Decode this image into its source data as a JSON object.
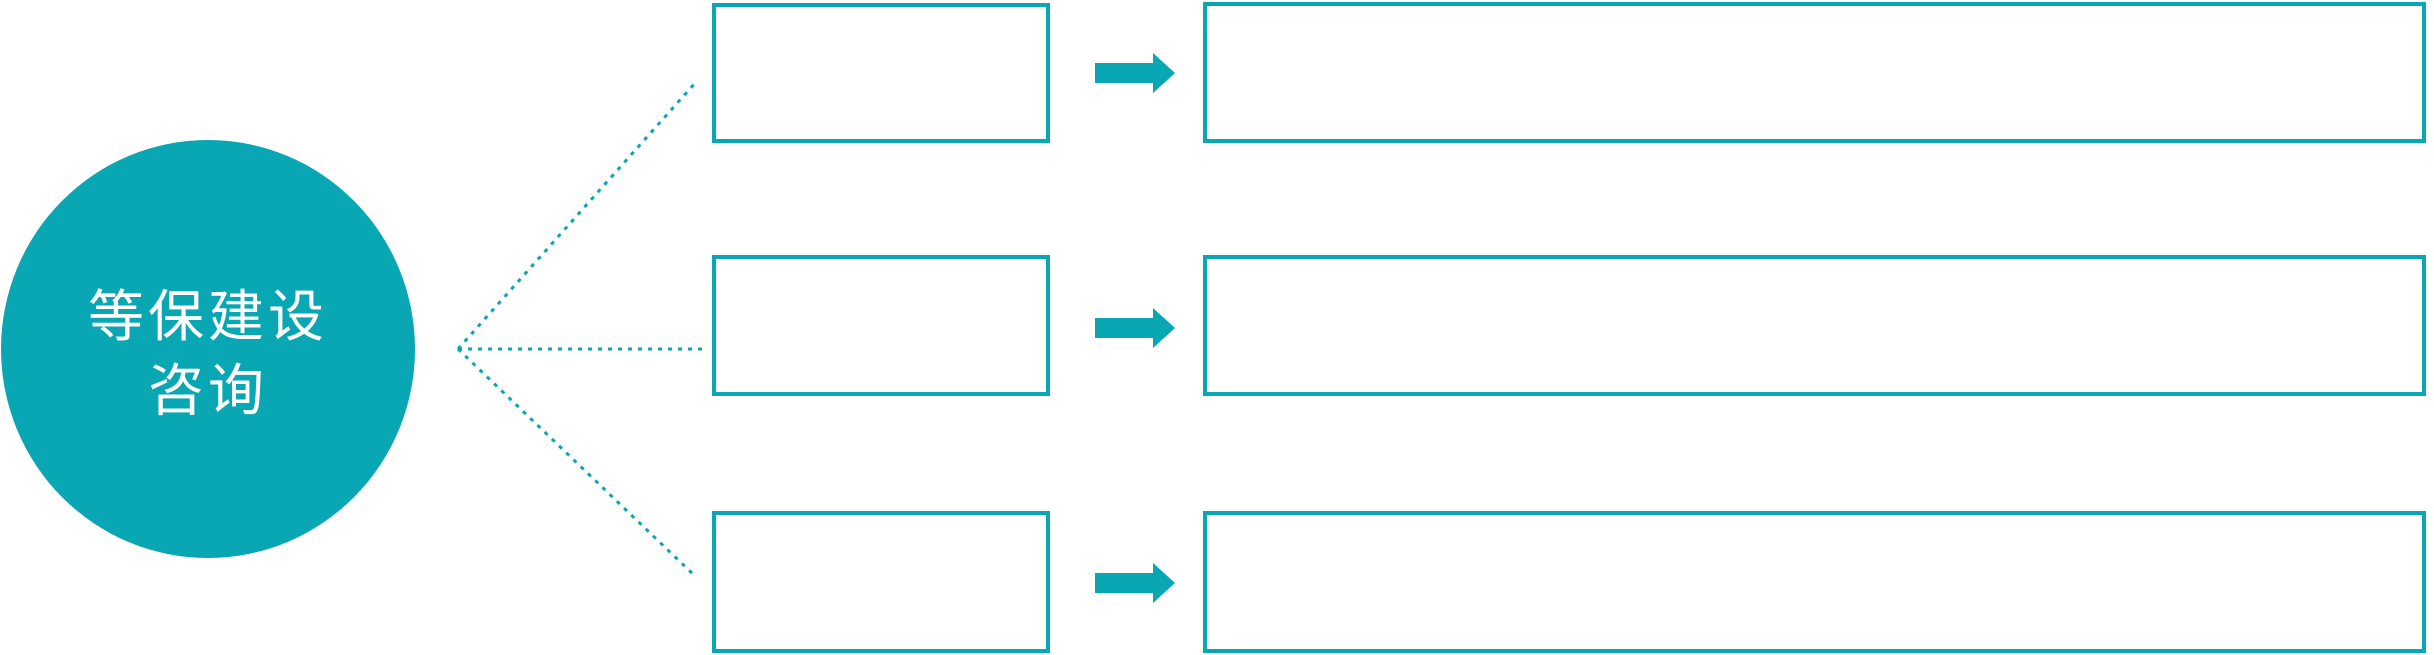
{
  "colors": {
    "accent": "#09A6B3",
    "hub_text": "#FFFFFF",
    "background": "#FFFFFF"
  },
  "hub": {
    "label_line1": "等保建设",
    "label_line2": "咨询"
  },
  "rows": [
    {
      "step_label": "",
      "detail_label": ""
    },
    {
      "step_label": "",
      "detail_label": ""
    },
    {
      "step_label": "",
      "detail_label": ""
    }
  ],
  "icons": {
    "arrow": "right-block-arrow-icon",
    "connector": "dotted-line"
  }
}
